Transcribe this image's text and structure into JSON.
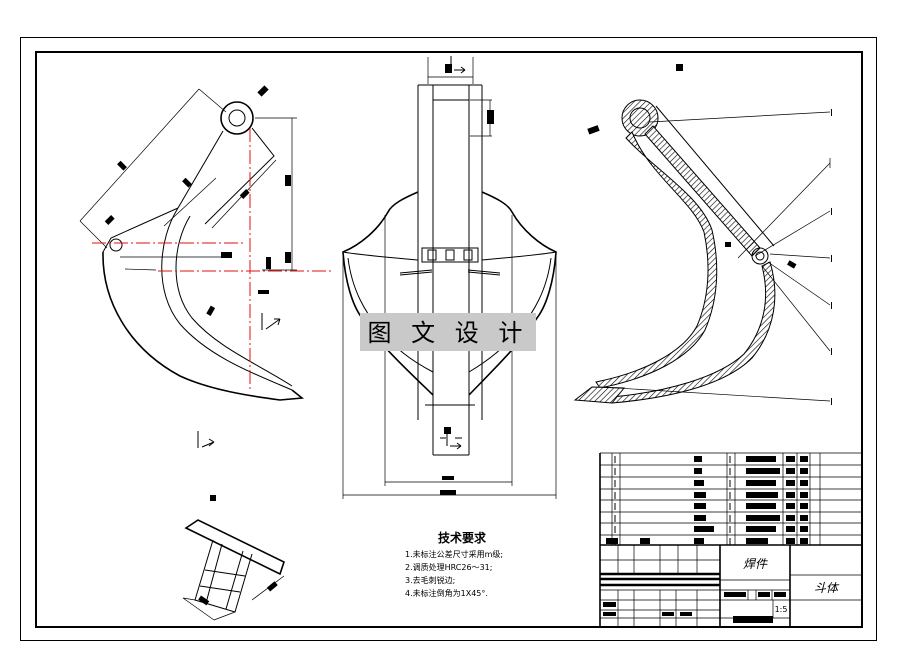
{
  "watermark": "图 文 设 计",
  "tech_requirements": {
    "title": "技术要求",
    "items": [
      "1.未标注公差尺寸采用m级;",
      "2.调质处理HRC26～31;",
      "3.去毛刺锐边;",
      "4.未标注倒角为1X45°."
    ]
  },
  "title_block": {
    "drawing_type": "焊件",
    "part_name": "斗体",
    "scale": "1:5"
  },
  "leader_labels": [
    "I",
    "I",
    "I",
    "I",
    "I",
    "I"
  ],
  "colors": {
    "line": "#000000",
    "centerline": "#e01010",
    "watermark_bg": "#c9c9c9"
  }
}
